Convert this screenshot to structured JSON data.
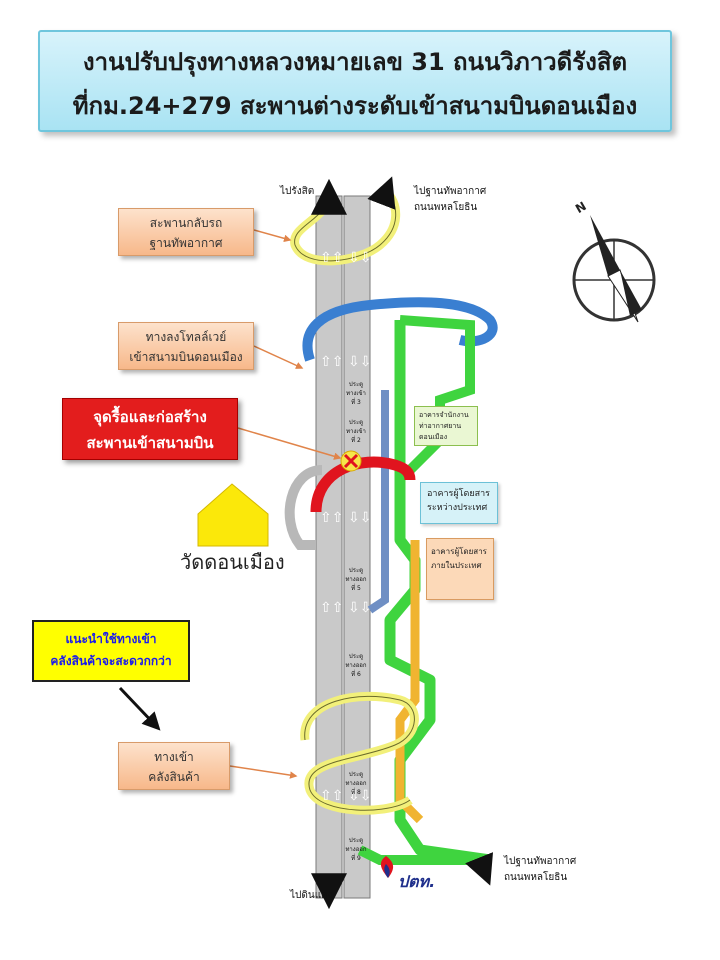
{
  "title": {
    "line1": "งานปรับปรุงทางหลวงหมายเลข 31 ถนนวิภาวดีรังสิต",
    "line2": "ที่กม.24+279 สะพานต่างระดับเข้าสนามบินดอนเมือง"
  },
  "labels": {
    "u_turn_bridge": [
      "สะพานกลับรถ",
      "ฐานทัพอากาศ"
    ],
    "tollway_ramp": [
      "ทางลงโทลล์เวย์",
      "เข้าสนามบินดอนเมือง"
    ],
    "demolition": [
      "จุดรื้อและก่อสร้าง",
      "สะพานเข้าสนามบิน"
    ],
    "recommendation": [
      "แนะนำใช้ทางเข้า",
      "คลังสินค้าจะสะดวกกว่า"
    ],
    "cargo_entrance": [
      "ทางเข้า",
      "คลังสินค้า"
    ],
    "temple": "วัดดอนเมือง",
    "to_rangsit": "ไปรังสิต",
    "to_din_daeng": "ไปดินแดง",
    "to_airbase_top": [
      "ไปฐานทัพอากาศ",
      "ถนนพหลโยธิน"
    ],
    "to_airbase_bottom": [
      "ไปฐานทัพอากาศ",
      "ถนนพหลโยธิน"
    ],
    "parking_building": [
      "อาคารจำนักงาน",
      "ท่าอากาศยาน",
      "ดอนเมือง"
    ],
    "international_terminal": [
      "อาคารผู้โดยสาร",
      "ระหว่างประเทศ"
    ],
    "domestic_terminal": [
      "อาคารผู้โดยสาร",
      "ภายในประเทศ"
    ],
    "logo": "ปตท."
  },
  "gates": [
    {
      "name": "ประตู",
      "sub": "ทางเข้า",
      "num": "ที่ 3"
    },
    {
      "name": "ประตู",
      "sub": "ทางเข้า",
      "num": "ที่ 2"
    },
    {
      "name": "ประตู",
      "sub": "ทางออก",
      "num": "ที่ 5"
    },
    {
      "name": "ประตู",
      "sub": "ทางออก",
      "num": "ที่ 6"
    },
    {
      "name": "ประตู",
      "sub": "ทางออก",
      "num": "ที่ 8"
    },
    {
      "name": "ประตู",
      "sub": "ทางออก",
      "num": "ที่ 9"
    }
  ],
  "colors": {
    "road": "#c9c9c9",
    "yellow_route": "#f2f07a",
    "blue_route": "#3a7fd1",
    "green_route": "#3fd43f",
    "orange_route": "#f0b431",
    "red_route": "#e0141e",
    "slate_route": "#6f8fc4"
  },
  "icons": [
    "compass-icon",
    "close-x-icon",
    "arrow-icon",
    "temple-shape-icon",
    "ptt-logo-icon"
  ]
}
